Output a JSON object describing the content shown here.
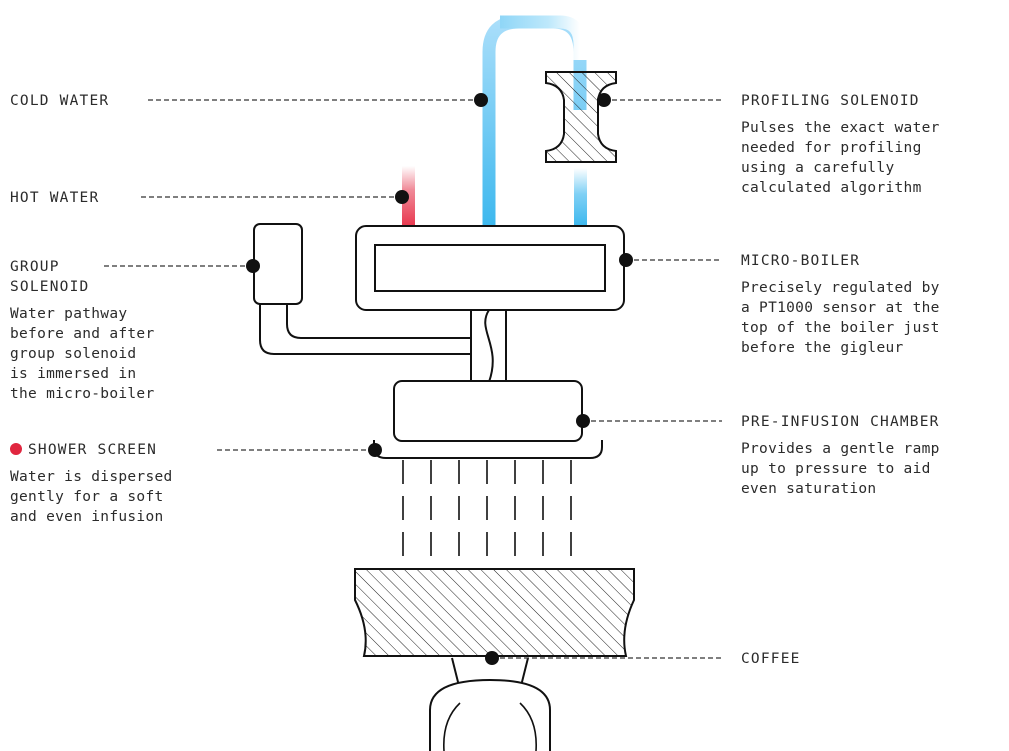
{
  "colors": {
    "cold": "#3db8ee",
    "hot": "#e8384f",
    "line": "#111111",
    "bullet": "#e0263f"
  },
  "labels": {
    "cold_water": "COLD WATER",
    "hot_water": "HOT WATER",
    "group_solenoid": {
      "title1": "GROUP",
      "title2": "SOLENOID",
      "desc": [
        "Water pathway",
        "before and after",
        "group solenoid",
        "is immersed in",
        "the micro-boiler"
      ]
    },
    "shower_screen": {
      "title": "SHOWER SCREEN",
      "desc": [
        "Water is dispersed",
        "gently for a soft",
        "and even infusion"
      ]
    },
    "profiling_solenoid": {
      "title": "PROFILING SOLENOID",
      "desc": [
        "Pulses the exact water",
        "needed for profiling",
        "using a carefully",
        "calculated algorithm"
      ]
    },
    "micro_boiler": {
      "title": "MICRO-BOILER",
      "desc": [
        "Precisely regulated by",
        "a PT1000 sensor at the",
        "top of the boiler just",
        "before the gigleur"
      ]
    },
    "pre_infusion": {
      "title": "PRE-INFUSION CHAMBER",
      "desc": [
        "Provides a gentle ramp",
        "up to pressure to aid",
        "even saturation"
      ]
    },
    "coffee": "COFFEE"
  }
}
